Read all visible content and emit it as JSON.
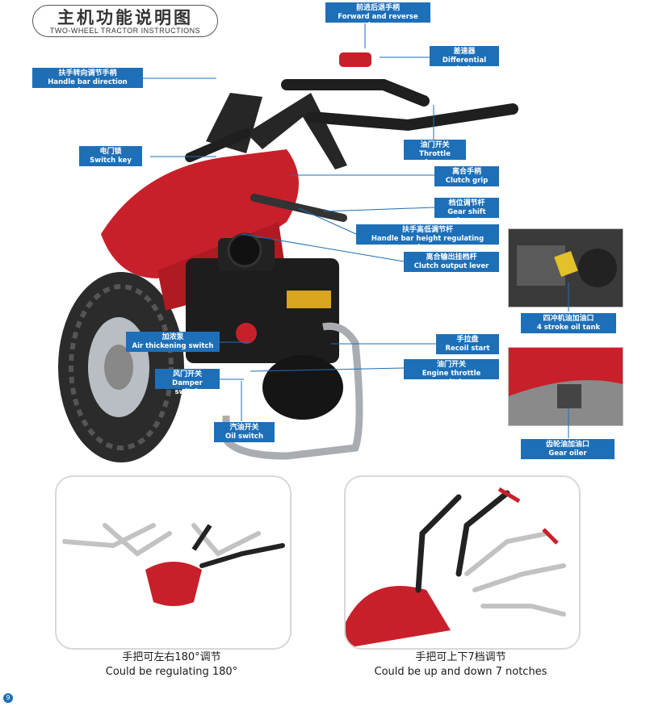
{
  "header": {
    "title_cn": "主机功能说明图",
    "title_en": "TWO-WHEEL TRACTOR INSTRUCTIONS"
  },
  "labels": {
    "forward_reverse": {
      "cn": "前进后退手柄",
      "en": "Forward and reverse lever"
    },
    "differential_lock": {
      "cn": "差速器",
      "en": "Differential lock"
    },
    "handle_direction": {
      "cn": "扶手转向调节手柄",
      "en": "Handle bar direction lever"
    },
    "switch_key": {
      "cn": "电门锁",
      "en": "Switch key"
    },
    "throttle_lever": {
      "cn": "油门开关",
      "en": "Throttle lever"
    },
    "clutch_grip": {
      "cn": "离合手柄",
      "en": "Clutch grip"
    },
    "gear_shift": {
      "cn": "档位调节杆",
      "en": "Gear shift lever"
    },
    "handle_height": {
      "cn": "扶手高低调节杆",
      "en": "Handle bar height regulating lever"
    },
    "clutch_output": {
      "cn": "离合输出挂档杆",
      "en": "Clutch output lever"
    },
    "oil_tank": {
      "cn": "四冲机油加油口",
      "en": "4 stroke oil tank"
    },
    "air_thickening": {
      "cn": "加浓泵",
      "en": "Air thickening switch"
    },
    "recoil_start": {
      "cn": "手拉盘",
      "en": "Recoil start"
    },
    "damper_switch": {
      "cn": "风门开关",
      "en": "Damper switch"
    },
    "engine_throttle": {
      "cn": "油门开关",
      "en": "Engine throttle switch"
    },
    "oil_switch": {
      "cn": "汽油开关",
      "en": "Oil switch"
    },
    "gear_oiler": {
      "cn": "齿轮油加油口",
      "en": "Gear oiler"
    }
  },
  "panels": {
    "left": {
      "cn": "手把可左右180°调节",
      "en": "Could be regulating 180°"
    },
    "right": {
      "cn": "手把可上下7档调节",
      "en": "Could be up and down 7 notches"
    }
  },
  "page_number": "9",
  "colors": {
    "label_bg": "#1d6fb8",
    "tractor_red": "#c8202a",
    "engine_black": "#1a1a1a"
  }
}
